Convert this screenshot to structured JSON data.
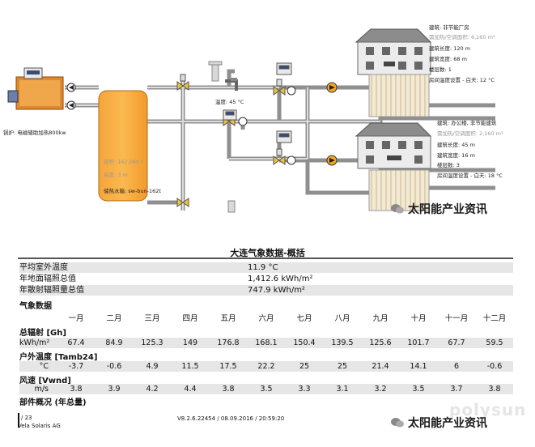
{
  "schematic": {
    "boiler_label": "锅炉: 电磁辅助加热800kw",
    "tank_lines": [
      "容积: 162,080 l",
      "高度: 3 m",
      "储热水箱: sw-bun-162t"
    ],
    "tap_label": "温度: 45 °C",
    "building1": [
      "建筑: 非节能厂房",
      "需加热/空调面积: 6,160 m²",
      "建筑长度: 120 m",
      "建筑宽度: 68 m",
      "楼层数: 1",
      "房间温度设置 - 白天: 12 °C"
    ],
    "building2": [
      "建筑: 办公楼, 非节能建筑",
      "需加热/空调面积: 2,160 m²",
      "建筑长度: 45 m",
      "建筑宽度: 16 m",
      "楼层数: 3",
      "房间温度设置 - 白天: 18 °C"
    ],
    "watermark": "太阳能产业资讯"
  },
  "report": {
    "title": "大连气象数据-概括",
    "summary": [
      {
        "label": "平均室外温度",
        "value": "11.9 °C"
      },
      {
        "label": "年地面辐照总值",
        "value": "1,412.6 kWh/m²"
      },
      {
        "label": "年散射辐照量总值",
        "value": "747.9 kWh/m²"
      }
    ],
    "weather_heading": "气象数据",
    "months": [
      "一月",
      "二月",
      "三月",
      "四月",
      "五月",
      "六月",
      "七月",
      "八月",
      "九月",
      "十月",
      "十一月",
      "十二月"
    ],
    "groups": [
      {
        "title": "总辐射 [Gh]",
        "unit": "kWh/m²",
        "values": [
          "67.4",
          "84.9",
          "125.3",
          "149",
          "176.8",
          "168.1",
          "150.4",
          "139.5",
          "125.6",
          "101.7",
          "67.7",
          "59.5"
        ]
      },
      {
        "title": "户外温度 [Tamb24]",
        "unit": "°C",
        "values": [
          "-3.7",
          "-0.6",
          "4.9",
          "11.5",
          "17.5",
          "22.2",
          "25",
          "25",
          "21.4",
          "14.1",
          "6",
          "-0.6"
        ]
      },
      {
        "title": "风速 [Vwnd]",
        "unit": "m/s",
        "values": [
          "3.8",
          "3.9",
          "4.2",
          "4.4",
          "3.8",
          "3.5",
          "3.3",
          "3.1",
          "3.2",
          "3.5",
          "3.7",
          "3.8"
        ]
      }
    ],
    "parts_heading": "部件概况 (年总量)",
    "footer": {
      "page": "/ 23",
      "company": "Vela Solaris AG",
      "version": "V8.2.6.22454 / 08.09.2016 / 20:59:20",
      "brand": "polysun"
    }
  }
}
